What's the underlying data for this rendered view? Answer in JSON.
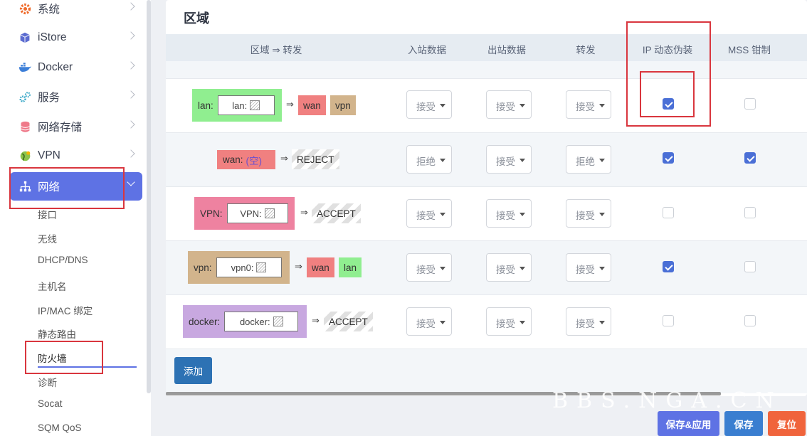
{
  "sidebar": {
    "items": [
      {
        "label": "系统",
        "icon": "gear-icon"
      },
      {
        "label": "iStore",
        "icon": "cube-icon"
      },
      {
        "label": "Docker",
        "icon": "docker-whale-icon"
      },
      {
        "label": "服务",
        "icon": "gears-icon"
      },
      {
        "label": "网络存储",
        "icon": "database-icon"
      },
      {
        "label": "VPN",
        "icon": "globe-icon"
      },
      {
        "label": "网络",
        "icon": "network-sitemap-icon"
      }
    ],
    "sub_items": [
      "接口",
      "无线",
      "DHCP/DNS",
      "主机名",
      "IP/MAC 绑定",
      "静态路由",
      "防火墙",
      "诊断",
      "Socat",
      "SQM QoS"
    ]
  },
  "card": {
    "title": "区域",
    "headers": [
      "区域 ⇒ 转发",
      "入站数据",
      "出站数据",
      "转发",
      "IP 动态伪装",
      "MSS 钳制"
    ],
    "arrow": "⇒",
    "rows": [
      {
        "zone": "lan:",
        "inner": "lan:",
        "targets": [
          "wan",
          "vpn"
        ],
        "input": "接受",
        "output": "接受",
        "forward": "接受",
        "masq": true,
        "mss": false,
        "zone_color": "#90ee90"
      },
      {
        "zone": "wan:",
        "inner_note": "(空)",
        "targets": [
          "REJECT"
        ],
        "input": "拒绝",
        "output": "接受",
        "forward": "拒绝",
        "masq": true,
        "mss": true,
        "zone_color": "#f08080"
      },
      {
        "zone": "VPN:",
        "inner": "VPN:",
        "targets": [
          "ACCEPT"
        ],
        "input": "接受",
        "output": "接受",
        "forward": "接受",
        "masq": false,
        "mss": false,
        "zone_color": "#ee82a0"
      },
      {
        "zone": "vpn:",
        "inner": "vpn0:",
        "targets": [
          "wan",
          "lan"
        ],
        "input": "接受",
        "output": "接受",
        "forward": "接受",
        "masq": true,
        "mss": false,
        "zone_color": "#d2b48c"
      },
      {
        "zone": "docker:",
        "inner": "docker:",
        "targets": [
          "ACCEPT"
        ],
        "input": "接受",
        "output": "接受",
        "forward": "接受",
        "masq": false,
        "mss": false,
        "zone_color": "#c8a8e0"
      }
    ],
    "add_label": "添加"
  },
  "actions": {
    "save_apply": "保存&应用",
    "save": "保存",
    "reset": "复位"
  },
  "watermark": "BBS.NGA.CN",
  "colors": {
    "accent": "#5e72e4",
    "checkbox": "#4a6fd6",
    "save_apply": "#5e72e4",
    "save": "#3a7ed0",
    "reset": "#f0643c",
    "annotation": "#d9363e"
  }
}
